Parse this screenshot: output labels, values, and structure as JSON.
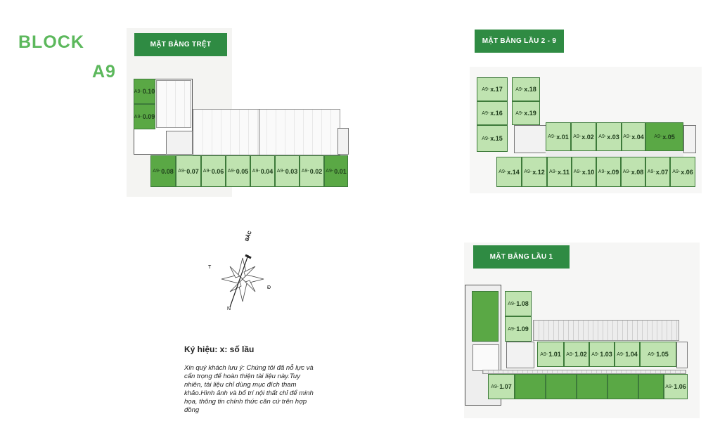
{
  "block": {
    "line1": "BLOCK",
    "line2": "A9"
  },
  "plans": {
    "ground": {
      "title": "MẶT BẰNG TRỆT",
      "units_top": [
        {
          "pre": "A9-",
          "num": "0.10"
        },
        {
          "pre": "A9-",
          "num": "0.09"
        }
      ],
      "units_bottom": [
        {
          "pre": "A9-",
          "num": "0.08"
        },
        {
          "pre": "A9-",
          "num": "0.07"
        },
        {
          "pre": "A9-",
          "num": "0.06"
        },
        {
          "pre": "A9-",
          "num": "0.05"
        },
        {
          "pre": "A9-",
          "num": "0.04"
        },
        {
          "pre": "A9-",
          "num": "0.03"
        },
        {
          "pre": "A9-",
          "num": "0.02"
        },
        {
          "pre": "A9-",
          "num": "0.01"
        }
      ]
    },
    "typical": {
      "title": "MẶT BẰNG LẦU 2 - 9",
      "units_left": [
        {
          "pre": "A9-",
          "num": "x.17"
        },
        {
          "pre": "A9-",
          "num": "x.18"
        },
        {
          "pre": "A9-",
          "num": "x.16"
        },
        {
          "pre": "A9-",
          "num": "x.19"
        },
        {
          "pre": "A9-",
          "num": "x.15"
        }
      ],
      "units_top": [
        {
          "pre": "A9-",
          "num": "x.01"
        },
        {
          "pre": "A9-",
          "num": "x.02"
        },
        {
          "pre": "A9-",
          "num": "x.03"
        },
        {
          "pre": "A9-",
          "num": "x.04"
        },
        {
          "pre": "A9-",
          "num": "x.05"
        }
      ],
      "units_bottom": [
        {
          "pre": "A9-",
          "num": "x.14"
        },
        {
          "pre": "A9-",
          "num": "x.12"
        },
        {
          "pre": "A9-",
          "num": "x.11"
        },
        {
          "pre": "A9-",
          "num": "x.10"
        },
        {
          "pre": "A9-",
          "num": "x.09"
        },
        {
          "pre": "A9-",
          "num": "x.08"
        },
        {
          "pre": "A9-",
          "num": "x.07"
        },
        {
          "pre": "A9-",
          "num": "x.06"
        }
      ]
    },
    "first": {
      "title": "MẶT BẰNG LẦU 1",
      "units_left": [
        {
          "pre": "A9-",
          "num": "1.08"
        },
        {
          "pre": "A9-",
          "num": "1.09"
        }
      ],
      "units_top": [
        {
          "pre": "A9-",
          "num": "1.01"
        },
        {
          "pre": "A9-",
          "num": "1.02"
        },
        {
          "pre": "A9-",
          "num": "1.03"
        },
        {
          "pre": "A9-",
          "num": "1.04"
        },
        {
          "pre": "A9-",
          "num": "1.05"
        }
      ],
      "units_bottom": [
        {
          "pre": "A9-",
          "num": "1.07"
        },
        {
          "pre": "A9-",
          "num": "1.06"
        }
      ]
    }
  },
  "compass": {
    "north": "BẮC",
    "east": "Đ",
    "west": "T",
    "south": "N"
  },
  "legend": {
    "title": "Ký hiệu:  x: số lầu",
    "note": "Xin quý khách lưu ý: Chúng tôi đã nỗ lực và cẩn trọng để hoàn thiện tài liệu này.Tuy nhiên, tài liệu chỉ dùng mục đích tham khảo.Hình ảnh và bố trí nội thất chỉ để minh họa, thông tin chính thức căn cứ trên hợp đồng"
  },
  "colors": {
    "header": "#2f8b43",
    "unit": "#bfe3b0",
    "unit_dark": "#5aa845",
    "block_title": "#5cb85c"
  }
}
